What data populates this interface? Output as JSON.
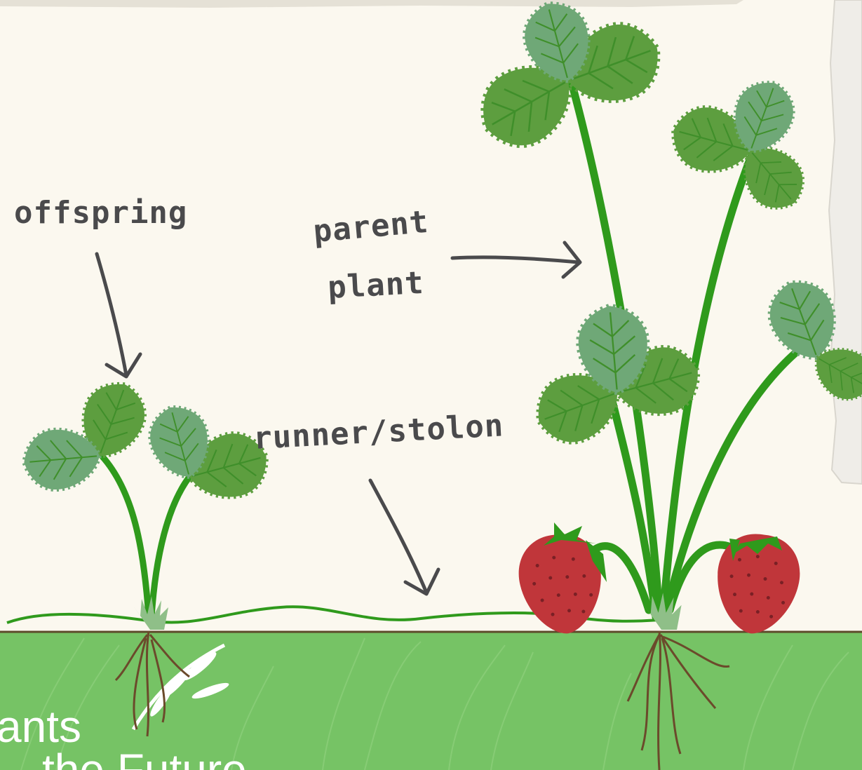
{
  "labels": {
    "offspring": "offspring",
    "parent_line1": "parent",
    "parent_line2": "plant",
    "runner": "runner/stolon"
  },
  "logo": {
    "line1": "ants",
    "line2": "the Future"
  },
  "colors": {
    "background": "#fbf8ef",
    "soil": "#76c365",
    "soil_line": "#5d4a2a",
    "stem": "#2f9a1c",
    "leaf_dark": "#5d9e3f",
    "leaf_light": "#6fa877",
    "leaf_vein": "#3f8f2a",
    "berry": "#c0363a",
    "seed": "#7a2025",
    "calyx": "#8fbf88",
    "root": "#6b4a2b",
    "arrow": "#4a4a4c",
    "label": "#4a4a4c",
    "paper": "#efede8"
  }
}
